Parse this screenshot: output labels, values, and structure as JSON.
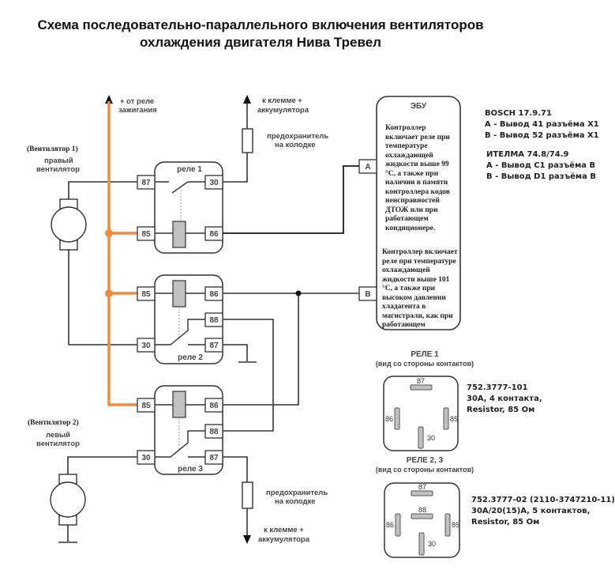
{
  "title": {
    "line1": "Схема последовательно-параллельного включения вентиляторов",
    "line2": "охлаждения двигателя Нива Тревел"
  },
  "colors": {
    "ignition_wire": "#f08a3c",
    "wire": "#333333",
    "coil": "#c0c0c0",
    "text": "#222222"
  },
  "labels": {
    "ignition_plus": "+ от реле",
    "ignition_sub": "зажигания",
    "battery_top_1": "к клемме +",
    "battery_top_2": "аккумулятора",
    "fuse_top_1": "предохранитель",
    "fuse_top_2": "на колодке",
    "fan1_tag": "(Вентилятор 1)",
    "fan1_name_1": "правый",
    "fan1_name_2": "вентилятор",
    "fan2_tag": "(Вентилятор 2)",
    "fan2_name_1": "левый",
    "fan2_name_2": "вентилятор",
    "fuse_bottom_1": "предохранитель",
    "fuse_bottom_2": "на колодке",
    "battery_bottom_1": "к клемме +",
    "battery_bottom_2": "аккумулятора"
  },
  "relays": [
    {
      "name": "реле 1",
      "pins": [
        "87",
        "30",
        "85",
        "86"
      ]
    },
    {
      "name": "реле 2",
      "pins": [
        "85",
        "86",
        "88",
        "30",
        "87"
      ]
    },
    {
      "name": "реле 3",
      "pins": [
        "85",
        "86",
        "88",
        "30",
        "87"
      ]
    }
  ],
  "ecu": {
    "title": "ЭБУ",
    "connector_a": "A",
    "connector_b": "B",
    "text_a": "Контроллер включает реле при температуре охлаждающей жидкости выше 99 °С, а также при наличии в памяти контроллера кодов неисправностей ДТОЖ или при работающем кондиционере.",
    "text_b": "Контроллер включает реле при температуре охлаждающей жидкости выше 101 °С, а также при высоком давлении хладагента в магистрали, как при работающем"
  },
  "ecu_pinout": {
    "bosch_title": "BOSCH 17.9.71",
    "bosch_a": "A - Вывод 41 разъёма X1",
    "bosch_b": "B - Вывод 52 разъёма X1",
    "itelma_title": "ИТЕЛМА 74.8/74.9",
    "itelma_a": "A - Вывод C1 разъёма B",
    "itelma_b": "B - Вывод D1 разъёма B"
  },
  "relay1_view": {
    "title": "РЕЛЕ  1",
    "subtitle": "(вид со стороны контактов)",
    "pins": [
      "87",
      "86",
      "85",
      "30"
    ],
    "spec_1": "752.3777-101",
    "spec_2": "30А, 4 контакта,",
    "spec_3": "Resistor, 85 Ом"
  },
  "relay23_view": {
    "title": "РЕЛЕ   2, 3",
    "subtitle": "(вид со стороны контактов)",
    "pins": [
      "87",
      "88",
      "86",
      "85",
      "30"
    ],
    "spec_1": "752.3777-02 (2110-3747210-11)",
    "spec_2": "30А/20(15)А, 5 контактов,",
    "spec_3": "Resistor, 85 Ом"
  }
}
